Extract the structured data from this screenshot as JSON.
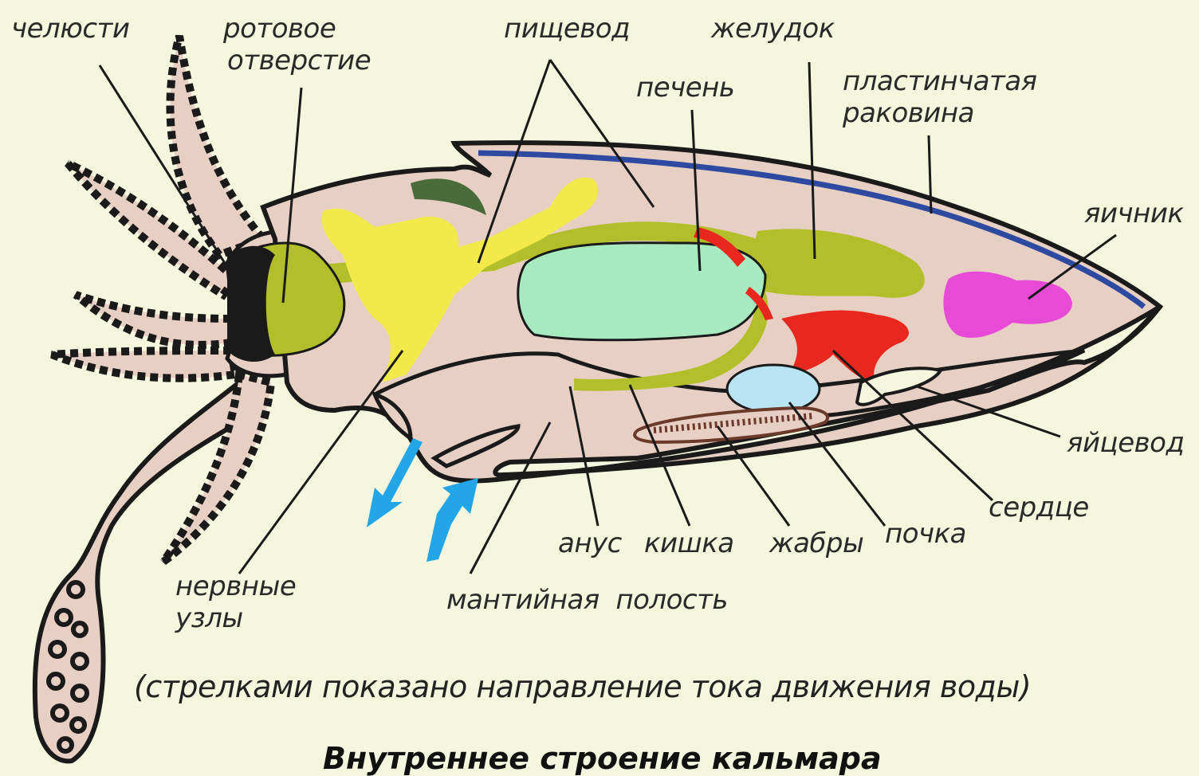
{
  "labels": {
    "jaws": "челюсти",
    "mouth_1": "ротовое",
    "mouth_2": "отверстие",
    "esophagus": "пищевод",
    "stomach": "желудок",
    "liver": "печень",
    "shell_1": "пластинчатая",
    "shell_2": "раковина",
    "ovary": "яичник",
    "oviduct": "яйцевод",
    "heart": "сердце",
    "kidney": "почка",
    "gills": "жабры",
    "intestine": "кишка",
    "anus": "анус",
    "mantle_cavity": "мантийная  полость",
    "nerve_1": "нервные",
    "nerve_2": "узлы"
  },
  "caption": "(стрелками показано направление тока движения воды)",
  "title": "Внутреннее строение кальмара",
  "colors": {
    "background": "#f4f7dd",
    "body": "#e8cfc4",
    "outline": "#1a1a1a",
    "digestive": "#b3bf2a",
    "nerve": "#f2ea4a",
    "liver": "#a8eac0",
    "ovary": "#e84ad8",
    "heart": "#e8281e",
    "kidney": "#b8e4f4",
    "shell": "#2e4aa0",
    "arrows": "#22a6e8"
  }
}
